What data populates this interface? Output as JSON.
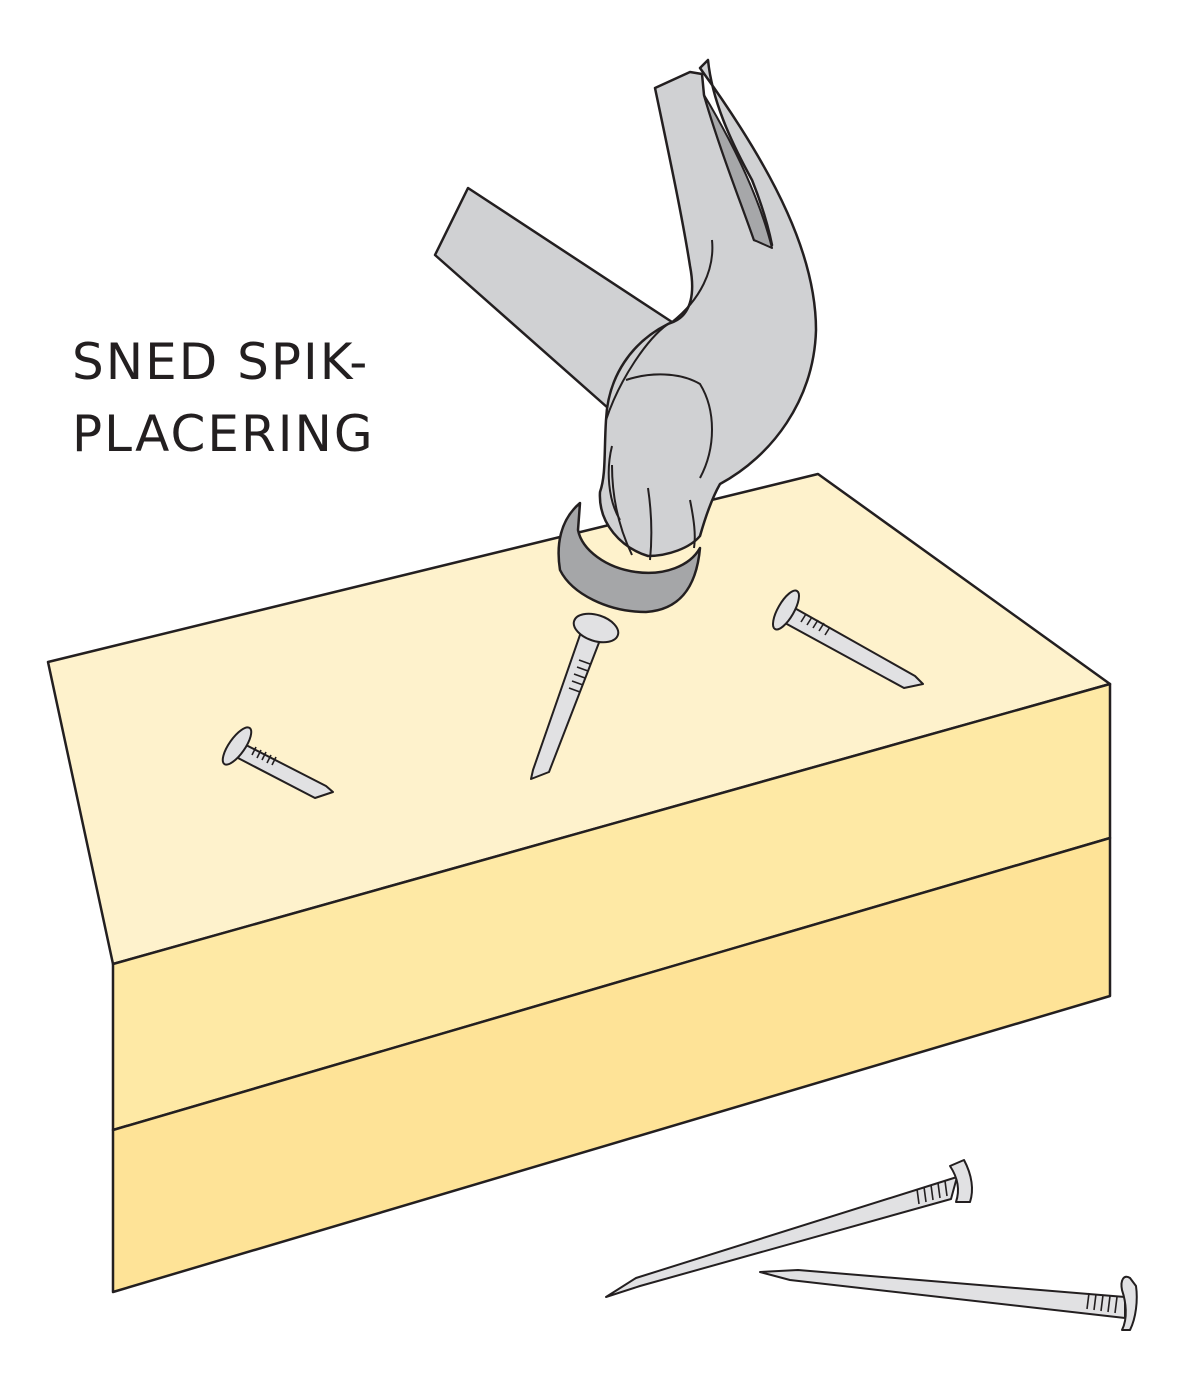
{
  "title": {
    "line1": "SNED SPIK-",
    "line2": "PLACERING"
  },
  "colors": {
    "outline": "#231f20",
    "wood_top": "#fef2cc",
    "wood_front_upper": "#fee9a5",
    "wood_front_lower": "#fee397",
    "metal_light": "#e1e1e3",
    "hammer_body": "#d0d1d3",
    "hammer_shadow": "#a6a7a9",
    "hammer_band": "#a5a6a8"
  },
  "illustration": {
    "objects": [
      "hammer",
      "stacked-wood-boards",
      "toe-nailed-nail-left",
      "nail-being-struck",
      "toe-nailed-nail-right",
      "loose-nail-upper",
      "loose-nail-lower"
    ]
  }
}
